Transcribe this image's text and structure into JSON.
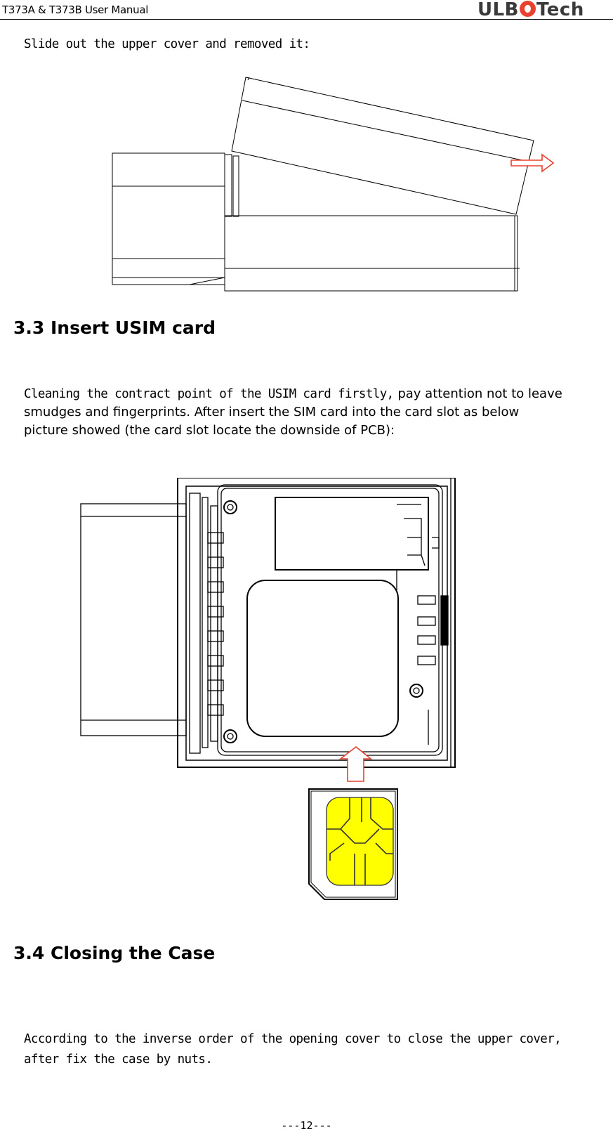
{
  "header": {
    "title": "T373A & T373B User Manual",
    "logo": {
      "part1": "ULB",
      "part2": "Tech"
    }
  },
  "intro": {
    "text": "Slide out the upper cover and removed it:"
  },
  "section_3_3": {
    "heading": "3.3 Insert USIM card",
    "para_line1_mono": "Cleaning the contract point of the USIM card firstly,",
    "para_line1_rest": " pay attention not to leave",
    "para_line2": "smudges and fingerprints. After insert the SIM card into the card slot  as below",
    "para_line3": "picture showed (the card slot locate the downside of PCB):"
  },
  "section_3_4": {
    "heading": "3.4 Closing the Case",
    "para_line1": "According to the inverse order of the opening cover to close the upper cover,",
    "para_line2": "after fix the case by nuts."
  },
  "footer": {
    "page_number": "---12---"
  },
  "colors": {
    "arrow": "#e8412f",
    "sim_chip": "#ffff00",
    "logo_accent": "#e8412f",
    "logo_text": "#3a3a3a"
  }
}
